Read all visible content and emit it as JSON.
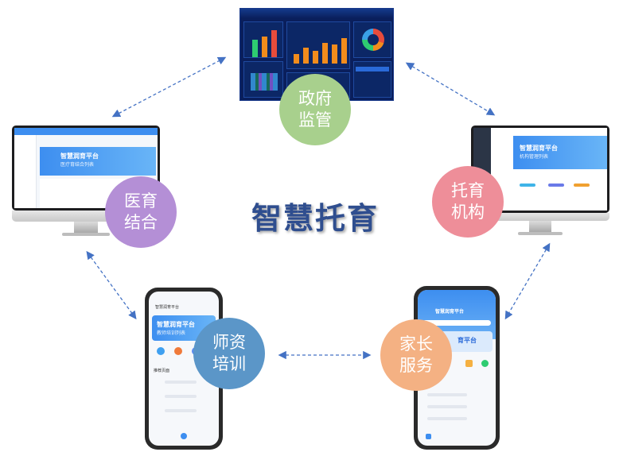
{
  "title": "智慧托育",
  "nodes": [
    {
      "id": "gov",
      "line1": "政府",
      "line2": "监管",
      "color": "#a8d08d"
    },
    {
      "id": "medical",
      "line1": "医育",
      "line2": "结合",
      "color": "#b48fd6"
    },
    {
      "id": "institution",
      "line1": "托育",
      "line2": "机构",
      "color": "#ee8e99"
    },
    {
      "id": "teacher",
      "line1": "师资",
      "line2": "培训",
      "color": "#5b96c8"
    },
    {
      "id": "parent",
      "line1": "家长",
      "line2": "服务",
      "color": "#f4b183"
    }
  ],
  "screens": {
    "medical": {
      "title": "智慧润育平台",
      "subtitle": "医疗育结合列表"
    },
    "institution": {
      "title": "智慧润育平台",
      "subtitle": "机构管理列表"
    },
    "teacher": {
      "app": "智慧润育平台",
      "title": "智慧润育平台",
      "subtitle": "教师培训列表",
      "section": "推荐页面"
    },
    "parent": {
      "app": "智慧润育平台",
      "banner": "育平台"
    }
  },
  "colors": {
    "arrow": "#4472c4",
    "title": "#2f4e8f"
  }
}
